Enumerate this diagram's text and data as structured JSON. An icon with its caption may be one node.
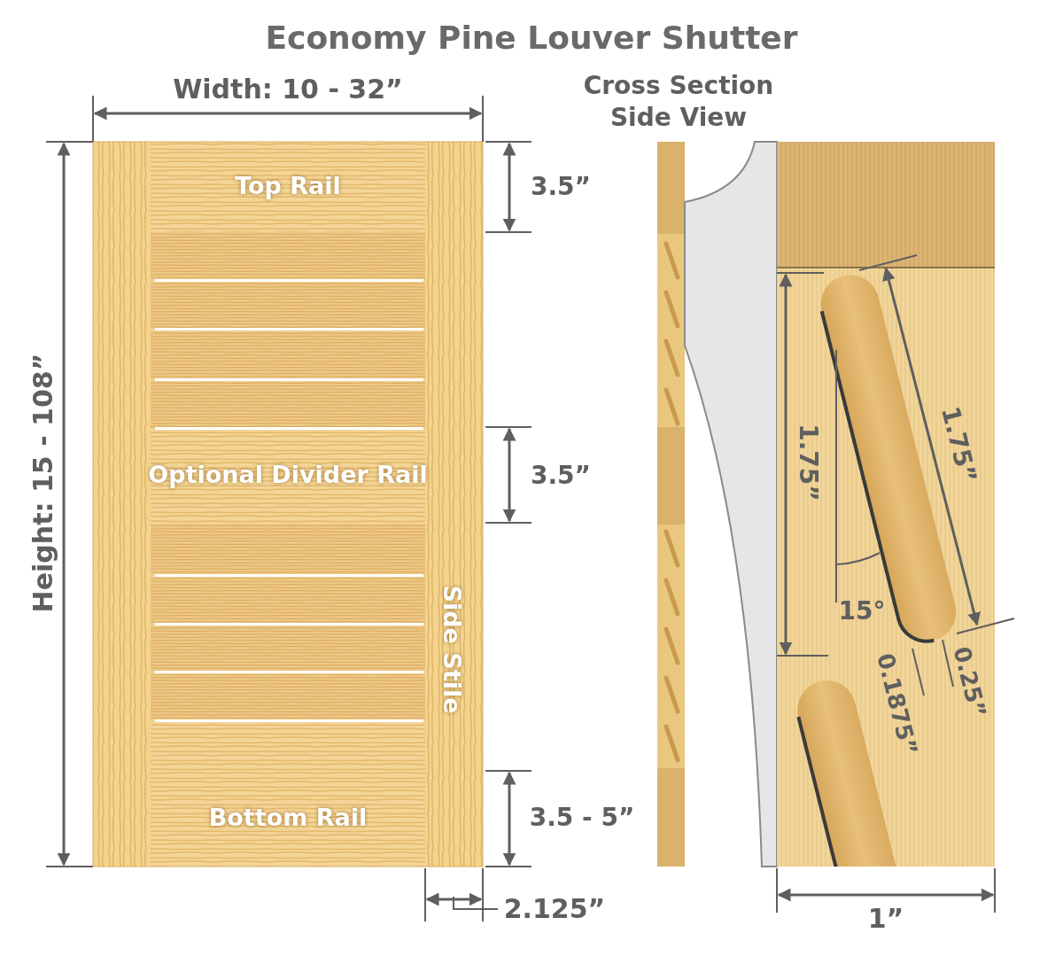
{
  "diagram": {
    "title": "Economy Pine Louver Shutter",
    "labels": [
      "Width: 10 - 32”",
      "Cross Section Side View",
      "Top Rail",
      "3.5”",
      "Height: 15 - 108”",
      "Optional Divider Rail",
      "3.5”",
      "1.75”",
      "1.75”",
      "15°",
      "0.1875”",
      "0.25”",
      "Side Stile",
      "Bottom Rail",
      "3.5 - 5”",
      "2.125”",
      "1”"
    ]
  }
}
